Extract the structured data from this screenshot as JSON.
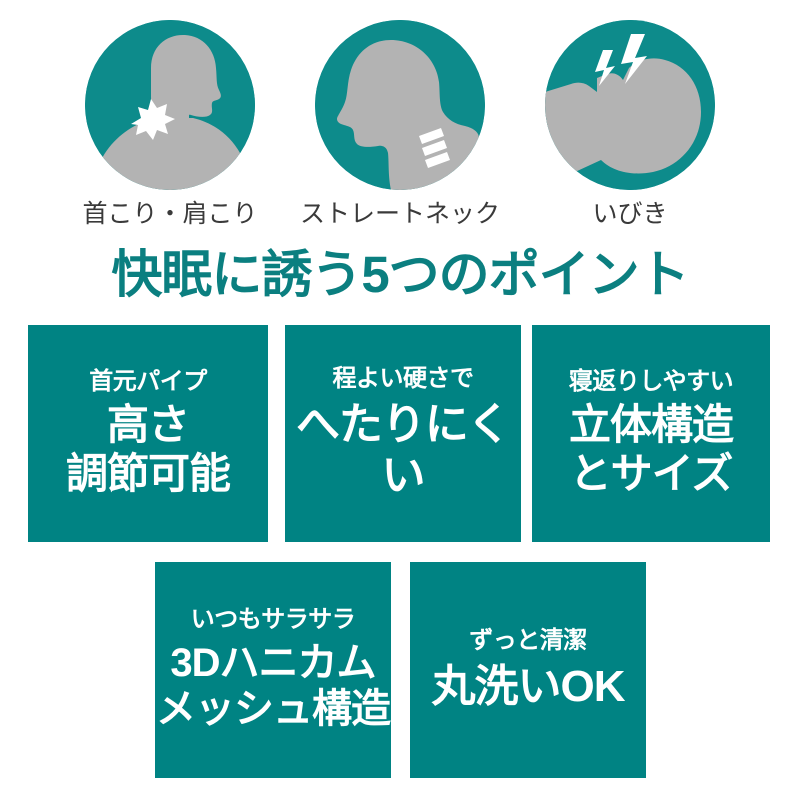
{
  "theme": {
    "teal": "#008383",
    "circle_teal": "#0d8b8b",
    "heading_teal": "#0b7f80",
    "silhouette_gray": "#b3b3b3",
    "caption_gray": "#3a3a3a",
    "background": "#ffffff"
  },
  "symptoms": [
    {
      "caption": "首こり・肩こり",
      "icon": "bust-with-shoulder-pain-icon"
    },
    {
      "caption": "ストレートネック",
      "icon": "head-profile-straight-neck-icon"
    },
    {
      "caption": "いびき",
      "icon": "snoring-head-icon"
    }
  ],
  "heading": {
    "title": "快眠に誘う5つのポイント"
  },
  "points": [
    {
      "sub": "首元パイプ",
      "main": "高さ\n調節可能"
    },
    {
      "sub": "程よい硬さで",
      "main": "へたりにくい"
    },
    {
      "sub": "寝返りしやすい",
      "main": "立体構造\nとサイズ"
    },
    {
      "sub": "いつもサラサラ",
      "main": "3Dハニカム\nメッシュ構造"
    },
    {
      "sub": "ずっと清潔",
      "main": "丸洗いOK"
    }
  ]
}
